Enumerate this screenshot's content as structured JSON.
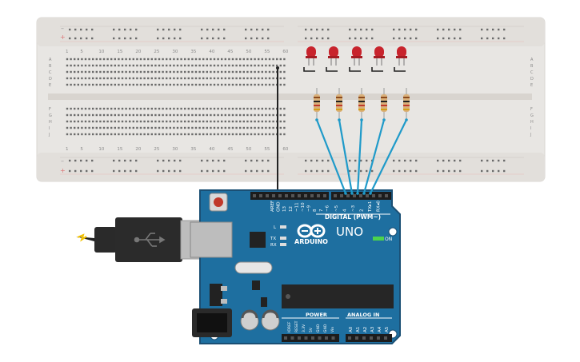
{
  "breadboard": {
    "column_numbers": [
      "1",
      "5",
      "10",
      "15",
      "20",
      "25",
      "30",
      "35",
      "40",
      "45",
      "50",
      "55",
      "60"
    ],
    "row_letters_top": [
      "A",
      "B",
      "C",
      "D",
      "E"
    ],
    "row_letters_bottom": [
      "F",
      "G",
      "H",
      "I",
      "J"
    ],
    "rail_minus": "–",
    "rail_plus": "+"
  },
  "arduino": {
    "logo_text": "ARDUINO",
    "model": "UNO",
    "on_label": "ON",
    "digital_label": "DIGITAL (PWM~)",
    "digital_pins": [
      "AREF",
      "GND",
      "13",
      "12",
      "~11",
      "~10",
      "~9",
      "8",
      "7",
      "~6",
      "~5",
      "4",
      "~3",
      "2",
      "TX▸1",
      "RX◂0"
    ],
    "led_labels": [
      "L",
      "TX",
      "RX"
    ],
    "power_label": "POWER",
    "power_pins": [
      "IOREF",
      "RESET",
      "3.3V",
      "5V",
      "GND",
      "GND",
      "Vin"
    ],
    "analog_label": "ANALOG IN",
    "analog_pins": [
      "A0",
      "A1",
      "A2",
      "A3",
      "A4",
      "A5"
    ]
  },
  "colors": {
    "breadboard": "#e8e6e3",
    "board": "#1e6fa0",
    "board_edge": "#1a4f74",
    "led": "#c8232c",
    "wire": "#1f9ac9",
    "ground_wire": "#222222",
    "resistor": "#d9b07a"
  },
  "components": {
    "leds": 5,
    "resistors": 5
  }
}
